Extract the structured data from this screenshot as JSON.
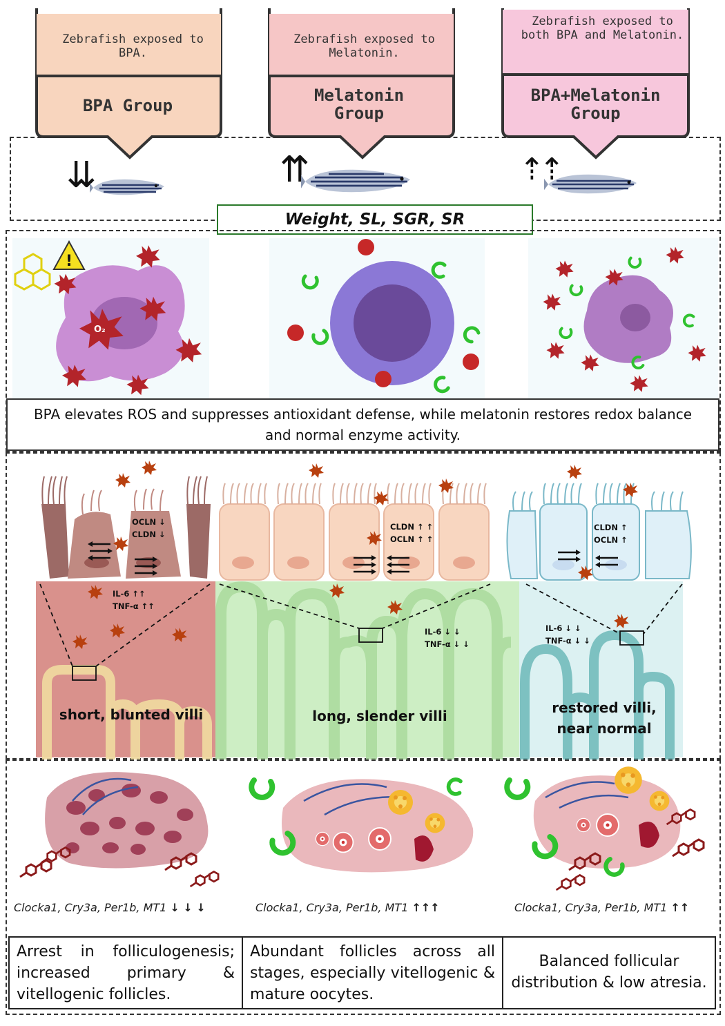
{
  "groups": [
    {
      "desc": "Zebrafish exposed to BPA.",
      "name": "BPA Group",
      "arrow": "⇊",
      "color": "#f8d5be"
    },
    {
      "desc": "Zebrafish exposed to Melatonin.",
      "name": "Melatonin Group",
      "arrow": "⇈",
      "color": "#f6c6c6"
    },
    {
      "desc": "Zebrafish exposed to both BPA and Melatonin.",
      "name": "BPA+Melatonin Group",
      "arrow": "⇡⇡",
      "color": "#f7c7dc"
    }
  ],
  "growth_label": "Weight, SL, SGR, SR",
  "ros_caption": "BPA elevates ROS and suppresses antioxidant defense, while melatonin restores redox balance and normal enzyme activity.",
  "ros_symbol": "O₂",
  "gut": [
    {
      "junction": [
        "OCLN ↓",
        "CLDN ↓"
      ],
      "cytokines": [
        "IL-6 ↑↑",
        "TNF-α ↑↑"
      ],
      "villi": "short, blunted villi",
      "bg": "#d9918c"
    },
    {
      "junction": [
        "CLDN ↑ ↑",
        "OCLN ↑ ↑"
      ],
      "cytokines": [
        "IL-6 ↓ ↓",
        "TNF-α ↓ ↓"
      ],
      "villi": "long, slender villi",
      "bg": "#cdeec4"
    },
    {
      "junction": [
        "CLDN ↑",
        "OCLN ↑"
      ],
      "cytokines": [
        "IL-6 ↓ ↓",
        "TNF-α ↓ ↓"
      ],
      "villi": "restored villi, near normal",
      "bg": "#dcf1f2"
    }
  ],
  "genes": [
    {
      "names": "Clocka1, Cry3a, Per1b, MT1",
      "arrows": "↓ ↓ ↓"
    },
    {
      "names": "Clocka1, Cry3a, Per1b, MT1",
      "arrows": "↑↑↑"
    },
    {
      "names": "Clocka1, Cry3a, Per1b, MT1",
      "arrows": "↑↑"
    }
  ],
  "ovary_captions": [
    "Arrest in folliculogenesis; increased primary & vitellogenic follicles.",
    "Abundant follicles across all stages, especially vitellogenic & mature oocytes.",
    "Balanced follicular distribution & low atresia."
  ],
  "colors": {
    "ros": "#b3242a",
    "melatonin": "#2fc22f",
    "fish_stripe": "#2a3a6a"
  }
}
